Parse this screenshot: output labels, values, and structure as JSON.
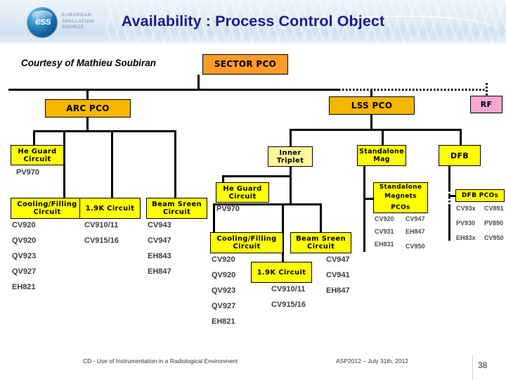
{
  "header": {
    "title": "Availability : Process Control Object",
    "logo": {
      "mark": "ess",
      "line1": "EUROPEAN",
      "line2": "SPALLATION",
      "line3": "SOURCE"
    }
  },
  "slide": {
    "courtesy": "Courtesy of Mathieu Soubiran"
  },
  "colors": {
    "sector": "#FF9B28",
    "arc": "#F6B600",
    "lss": "#F6B600",
    "rf": "#F9A7D2",
    "yellow": "#FFFF00",
    "light_yellow": "#FFF79A",
    "title_blue": "#1B1B8F"
  },
  "diagram": {
    "sector_pco": "SECTOR PCO",
    "arc_pco": "ARC PCO",
    "lss_pco": "LSS PCO",
    "rf": "RF",
    "inner_triplet": "Inner\nTriplet",
    "standalone_mag": "Standalone\nMag",
    "dfb": "DFB",
    "arc_branch": {
      "he_guard": {
        "title_l1": "He Guard",
        "title_l2": "Circuit",
        "items": [
          "PV970"
        ]
      },
      "cooling_filling": {
        "title_l1": "Cooling/Filling",
        "title_l2": "Circuit",
        "items": [
          "CV920",
          "QV920",
          "QV923",
          "QV927",
          "EH821"
        ]
      },
      "k_circuit": {
        "title": "1.9K Circuit",
        "items": [
          "CV910/11",
          "CV915/16"
        ]
      },
      "beam_screen": {
        "title_l1": "Beam Sreen",
        "title_l2": "Circuit",
        "items": [
          "CV943",
          "CV947",
          "EH843",
          "EH847"
        ]
      }
    },
    "triplet_branch": {
      "he_guard": {
        "title_l1": "He Guard",
        "title_l2": "Circuit",
        "items": [
          "PV970"
        ]
      },
      "cooling_filling": {
        "title_l1": "Cooling/Filling",
        "title_l2": "Circuit",
        "items": [
          "CV920",
          "QV920",
          "QV923",
          "QV927",
          "EH821"
        ]
      },
      "k_circuit": {
        "title": "1.9K Circuit",
        "items": [
          "CV910/11",
          "CV915/16"
        ]
      },
      "beam_screen": {
        "title_l1": "Beam Sreen",
        "title_l2": "Circuit",
        "items": [
          "CV947",
          "CV941",
          "EH847"
        ]
      }
    },
    "standalone_magnets_pcos": {
      "title_l1": "Standalone",
      "title_l2": "Magnets",
      "title_l3": "PCOs",
      "col_left": [
        "CV920",
        "CV931",
        "EH831"
      ],
      "col_right": [
        "CV947",
        "EH847",
        "CV950"
      ]
    },
    "dfb_pcos": {
      "title": "DFB PCOs",
      "col_left": [
        "CV93x",
        "PV930",
        "EH83x"
      ],
      "col_right": [
        "CV891",
        "PV890",
        "CV950"
      ]
    }
  },
  "footer": {
    "left": "CD - Use of Instrumentation in a Radiological Environment",
    "center": "ASP2012 – July 31th, 2012",
    "page": "38"
  }
}
